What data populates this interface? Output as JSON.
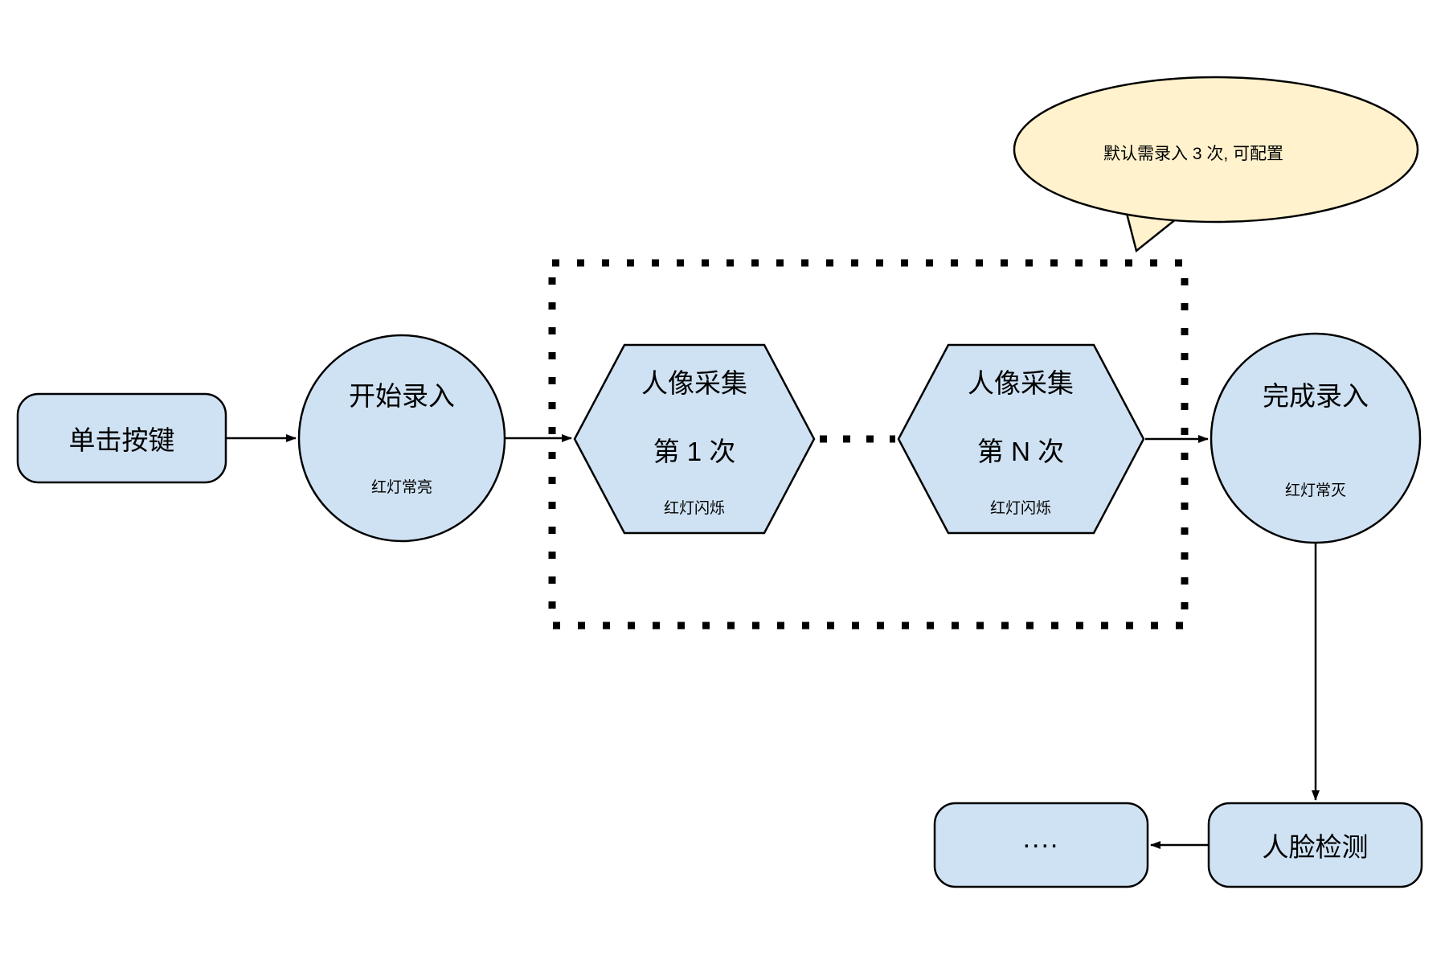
{
  "diagram": {
    "colors": {
      "node_fill": "#cfe2f3",
      "node_stroke": "#000000",
      "callout_fill": "#fff2cc",
      "background": "#ffffff"
    },
    "nodes": {
      "click_button": {
        "label": "单击按键"
      },
      "start_enroll": {
        "title": "开始录入",
        "subtitle": "红灯常亮"
      },
      "capture_first": {
        "title": "人像采集",
        "line2": "第 1 次",
        "subtitle": "红灯闪烁"
      },
      "capture_nth": {
        "title": "人像采集",
        "line2": "第 N 次",
        "subtitle": "红灯闪烁"
      },
      "finish_enroll": {
        "title": "完成录入",
        "subtitle": "红灯常灭"
      },
      "face_detect": {
        "label": "人脸检测"
      },
      "more_steps": {
        "label": "...."
      }
    },
    "callout": {
      "text": "默认需录入 3 次, 可配置"
    }
  }
}
